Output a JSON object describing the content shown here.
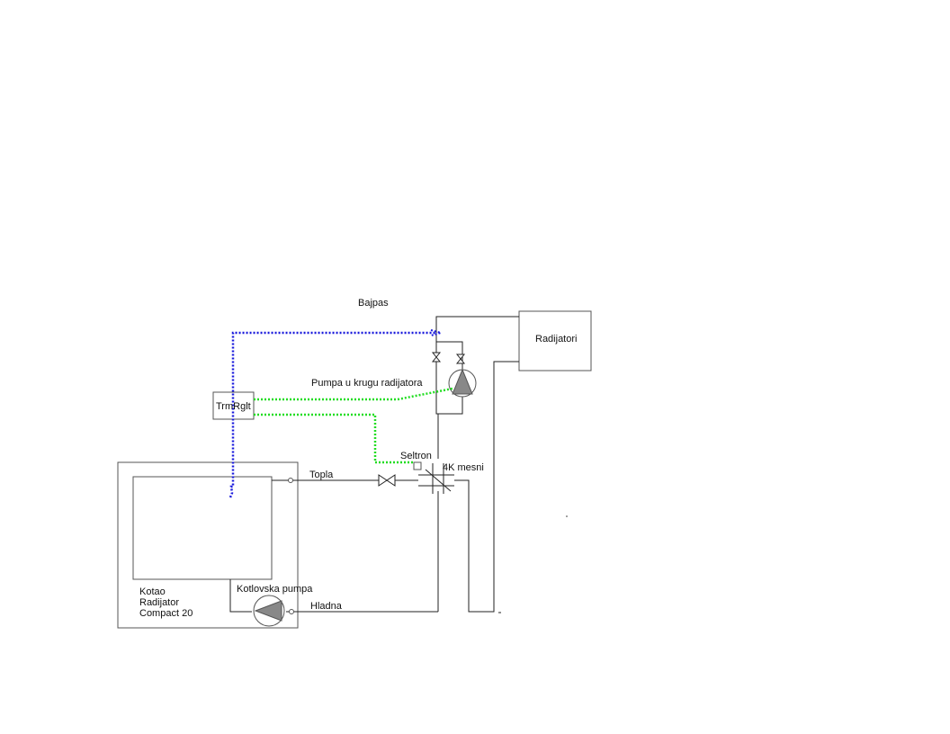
{
  "labels": {
    "bajpas": "Bajpas",
    "radijatori": "Radijatori",
    "pumpa_krug": "Pumpa u krugu radijatora",
    "trmrglt": "TrmRglt",
    "seltron": "Seltron",
    "mesni": "4K mesni",
    "topla": "Topla",
    "kotlovska": "Kotlovska pumpa",
    "hladna": "Hladna",
    "kotao_line1": "Kotao",
    "kotao_line2": "Radijator",
    "kotao_line3": "Compact 20"
  },
  "colors": {
    "pipe": "#222222",
    "control_blue": "#1a1adc",
    "control_green": "#22dd22",
    "pump_fill": "#888888"
  },
  "icons": [
    "pump-icon",
    "valve-icon",
    "mixing-valve-icon",
    "sensor-icon"
  ]
}
